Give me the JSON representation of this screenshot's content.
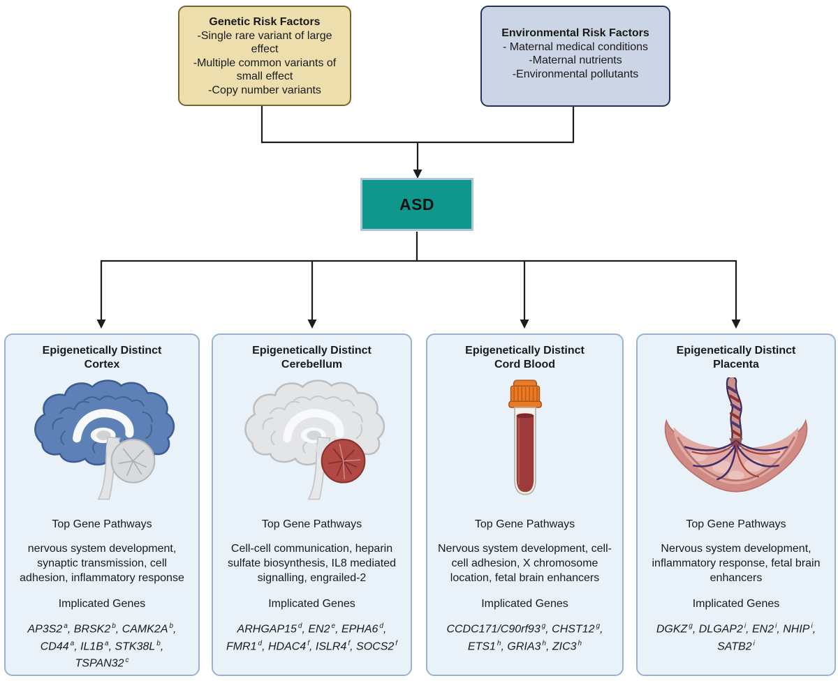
{
  "diagram": {
    "genetic_box": {
      "title": "Genetic Risk Factors",
      "items": [
        "-Single rare variant of large effect",
        "-Multiple common variants of small effect",
        "-Copy number variants"
      ]
    },
    "environmental_box": {
      "title": "Environmental Risk Factors",
      "items": [
        "- Maternal medical conditions",
        "-Maternal nutrients",
        "-Environmental pollutants"
      ]
    },
    "asd_label": "ASD",
    "cards": [
      {
        "title_line1": "Epigenetically Distinct",
        "title_line2": "Cortex",
        "illustration": "brain-with-blue-cortex",
        "pathways_heading": "Top Gene Pathways",
        "pathways_text": "nervous system development, synaptic transmission, cell adhesion, inflammatory response",
        "genes_heading": "Implicated Genes",
        "genes": [
          {
            "name": "AP3S2",
            "sup": "a"
          },
          {
            "name": "BRSK2",
            "sup": "b"
          },
          {
            "name": "CAMK2A",
            "sup": "b"
          },
          {
            "name": "CD44",
            "sup": "a"
          },
          {
            "name": "IL1B",
            "sup": "a"
          },
          {
            "name": "STK38L",
            "sup": "b"
          },
          {
            "name": "TSPAN32",
            "sup": "c"
          }
        ]
      },
      {
        "title_line1": "Epigenetically Distinct",
        "title_line2": "Cerebellum",
        "illustration": "brain-with-red-cerebellum",
        "pathways_heading": "Top Gene Pathways",
        "pathways_text": "Cell-cell communication, heparin sulfate biosynthesis, IL8 mediated signalling, engrailed-2",
        "genes_heading": "Implicated Genes",
        "genes": [
          {
            "name": "ARHGAP15",
            "sup": "d"
          },
          {
            "name": "EN2",
            "sup": "e"
          },
          {
            "name": "EPHA6",
            "sup": "d"
          },
          {
            "name": "FMR1",
            "sup": "d"
          },
          {
            "name": "HDAC4",
            "sup": "f"
          },
          {
            "name": "ISLR4",
            "sup": "f"
          },
          {
            "name": "SOCS2",
            "sup": "f"
          }
        ]
      },
      {
        "title_line1": "Epigenetically Distinct",
        "title_line2": "Cord Blood",
        "illustration": "blood-collection-tube",
        "pathways_heading": "Top Gene Pathways",
        "pathways_text": "Nervous system development, cell-cell adhesion, X chromosome location, fetal brain enhancers",
        "genes_heading": "Implicated Genes",
        "genes": [
          {
            "name": "CCDC171/C90rf93",
            "sup": "g"
          },
          {
            "name": "CHST12",
            "sup": "g"
          },
          {
            "name": "ETS1",
            "sup": "h"
          },
          {
            "name": "GRIA3",
            "sup": "h"
          },
          {
            "name": "ZIC3",
            "sup": "h"
          }
        ]
      },
      {
        "title_line1": "Epigenetically Distinct",
        "title_line2": "Placenta",
        "illustration": "placenta-with-umbilical-cord",
        "pathways_heading": "Top Gene Pathways",
        "pathways_text": "Nervous system development, inflammatory response, fetal brain enhancers",
        "genes_heading": "Implicated Genes",
        "genes": [
          {
            "name": "DGKZ",
            "sup": "g"
          },
          {
            "name": "DLGAP2",
            "sup": "i"
          },
          {
            "name": "EN2",
            "sup": "i"
          },
          {
            "name": "NHIP",
            "sup": "i"
          },
          {
            "name": "SATB2",
            "sup": "i"
          }
        ]
      }
    ],
    "colors": {
      "genetic_box_fill": "#ecdfad",
      "genetic_box_border": "#7a6134",
      "environmental_box_fill": "#ccd5e5",
      "environmental_box_border": "#24335a",
      "asd_fill": "#10978c",
      "asd_border": "#a9c6de",
      "card_fill": "#e9f1f9",
      "card_border": "#96b3d1",
      "connector_line": "#1c1c1c",
      "cortex_blue": "#5d81b6",
      "cerebellum_red": "#b04944",
      "blood_red": "#9c3b39",
      "tube_cap_orange": "#e87a28",
      "placenta_pink": "#dfa49e"
    }
  }
}
